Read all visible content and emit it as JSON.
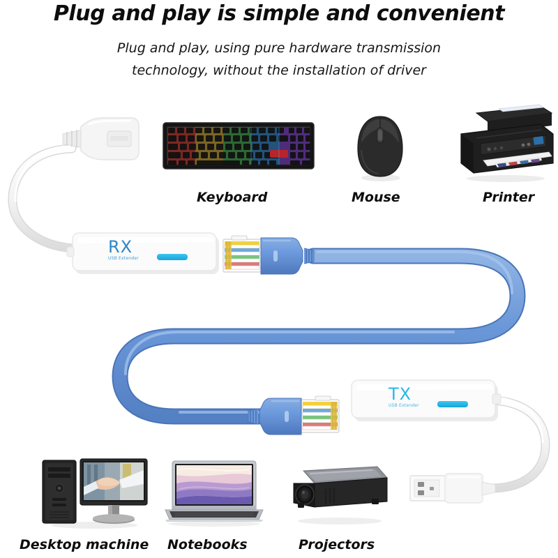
{
  "page": {
    "background_color": "#ffffff",
    "headline": "Plug and play is simple and convenient",
    "subline_1": "Plug and play, using pure hardware transmission",
    "subline_2": "technology, without the installation of driver"
  },
  "colors": {
    "text_dark": "#0d0d0d",
    "cable_blue": "#6a97d8",
    "cable_blue_light": "#8fb4e4",
    "cable_blue_dark": "#4a74b8",
    "connector_blue": "#6d9add",
    "device_cyan": "#29b6e8",
    "device_blue": "#2e7fc4",
    "cable_white": "#f4f4f4",
    "cable_white_edge": "#d8d8d8",
    "keyboard_black": "#1a1a1a",
    "mouse_black": "#2a2a2a",
    "printer_black": "#1c1c1c",
    "projector_black": "#242424",
    "laptop_silver": "#c9ccd1"
  },
  "extender_units": {
    "rx": {
      "label": "RX",
      "sublabel": "USB Extender",
      "role": "receiver"
    },
    "tx": {
      "label": "TX",
      "sublabel": "USB Extender",
      "role": "transmitter"
    }
  },
  "top_devices": [
    {
      "id": "keyboard",
      "caption": "Keyboard",
      "icon": "keyboard-icon"
    },
    {
      "id": "mouse",
      "caption": "Mouse",
      "icon": "mouse-icon"
    },
    {
      "id": "printer",
      "caption": "Printer",
      "icon": "printer-icon"
    }
  ],
  "bottom_devices": [
    {
      "id": "desktop",
      "caption": "Desktop machine",
      "icon": "desktop-computer-icon"
    },
    {
      "id": "notebook",
      "caption": "Notebooks",
      "icon": "laptop-icon"
    },
    {
      "id": "projector",
      "caption": "Projectors",
      "icon": "projector-icon"
    }
  ],
  "connectors": {
    "usb_female": {
      "name": "usb-a-female-port",
      "color": "#f2f2f2"
    },
    "usb_male": {
      "name": "usb-a-male-plug",
      "color": "#f4f4f4"
    },
    "rj45_top": {
      "name": "rj45-ethernet-connector",
      "direction": "left"
    },
    "rj45_bottom": {
      "name": "rj45-ethernet-connector",
      "direction": "right"
    }
  },
  "cabling": {
    "ethernet_cable_color": "#6a97d8",
    "usb_cable_color": "#f4f4f4",
    "description": "Blue CAT network cable connects RX and TX units in an S-shaped routing"
  }
}
